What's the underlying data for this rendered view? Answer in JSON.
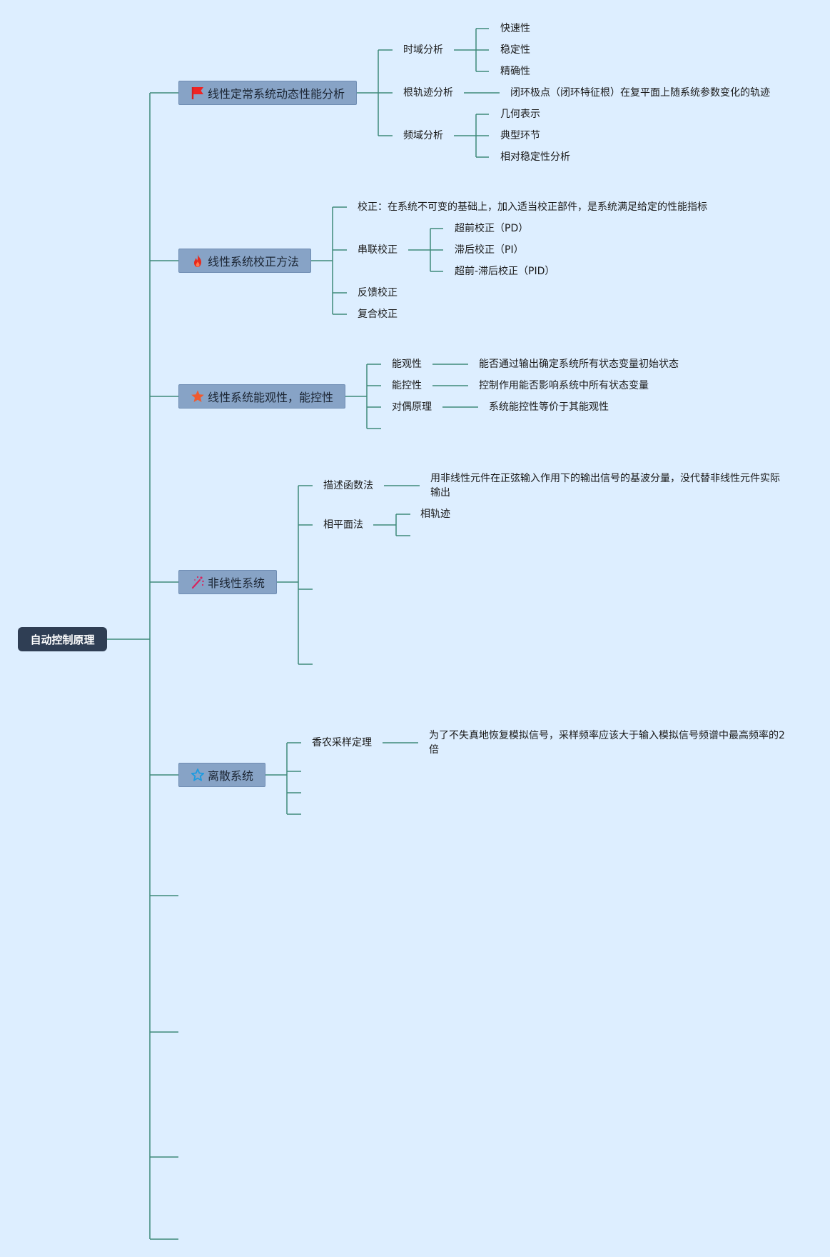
{
  "root": {
    "label": "自动控制原理"
  },
  "branches": [
    {
      "label": "线性定常系统动态性能分析",
      "icon": "red-flag-icon",
      "children": [
        {
          "label": "时域分析",
          "children": [
            "快速性",
            "稳定性",
            "精确性"
          ]
        },
        {
          "label": "根轨迹分析",
          "children": [
            "闭环极点（闭环特征根）在复平面上随系统参数变化的轨迹"
          ]
        },
        {
          "label": "频域分析",
          "children": [
            "几何表示",
            "典型环节",
            "相对稳定性分析"
          ]
        }
      ]
    },
    {
      "label": "线性系统校正方法",
      "icon": "fire-icon",
      "children": [
        {
          "label": "校正：在系统不可变的基础上，加入适当校正部件，是系统满足给定的性能指标"
        },
        {
          "label": "串联校正",
          "children": [
            "超前校正（PD）",
            "滞后校正（PI）",
            "超前-滞后校正（PID）"
          ]
        },
        {
          "label": "反馈校正"
        },
        {
          "label": "复合校正"
        }
      ]
    },
    {
      "label": "线性系统能观性，能控性",
      "icon": "orange-star-icon",
      "children": [
        {
          "label": "能观性",
          "children": [
            "能否通过输出确定系统所有状态变量初始状态"
          ]
        },
        {
          "label": "能控性",
          "children": [
            "控制作用能否影响系统中所有状态变量"
          ]
        },
        {
          "label": "对偶原理",
          "children": [
            "系统能控性等价于其能观性"
          ]
        }
      ]
    },
    {
      "label": "非线性系统",
      "icon": "magic-wand-icon",
      "children": [
        {
          "label": "描述函数法",
          "children": [
            "用非线性元件在正弦输入作用下的输出信号的基波分量，没代替非线性元件实际输出"
          ]
        },
        {
          "label": "相平面法",
          "children": [
            "相轨迹"
          ]
        }
      ]
    },
    {
      "label": "离散系统",
      "icon": "blue-star-outline-icon",
      "children": [
        {
          "label": "香农采样定理",
          "children": [
            "为了不失真地恢复模拟信号，采样频率应该大于输入模拟信号频谱中最高频率的2倍"
          ]
        }
      ]
    }
  ],
  "colors": {
    "background": "#ddeeff",
    "connector": "#3f8a7a",
    "root_fill": "#2f3e54",
    "topic_fill": "#87a3c6"
  }
}
